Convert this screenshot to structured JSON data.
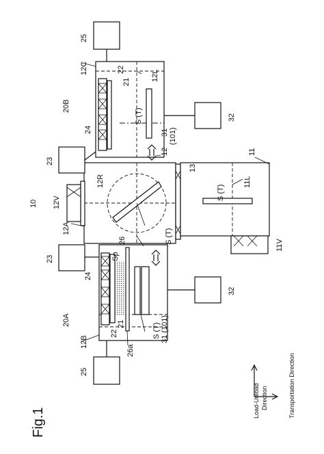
{
  "figure": {
    "title": "Fig.1",
    "labels": {
      "sys": "10",
      "unit_a": "20A",
      "unit_b": "20B",
      "n11": "11",
      "n11L": "11L",
      "n11V": "11V",
      "n12": "12",
      "n12A": "12A",
      "n12B": "12B",
      "n12C": "12C",
      "n12L": "12L",
      "n12R": "12R",
      "n12V": "12V",
      "n13": "13",
      "n21a": "21",
      "n21b": "21",
      "n22a": "22",
      "n22b": "22",
      "n23a": "23",
      "n23b": "23",
      "n24a": "24",
      "n24b": "24",
      "n25a": "25",
      "n25b": "25",
      "n26": "26",
      "n26a": "26a",
      "n31a": "31",
      "n101a": "(101)",
      "n31b": "31 (101)",
      "n32a": "32",
      "n32b": "32",
      "sp": "Sp",
      "st1": "S (T)",
      "st2": "S (T)",
      "st3": "S (T)",
      "st4": "S (T)"
    },
    "legend": {
      "load_unload_1": "Load-Unload",
      "load_unload_2": "Direction",
      "transport": "Transportation Direction"
    }
  }
}
